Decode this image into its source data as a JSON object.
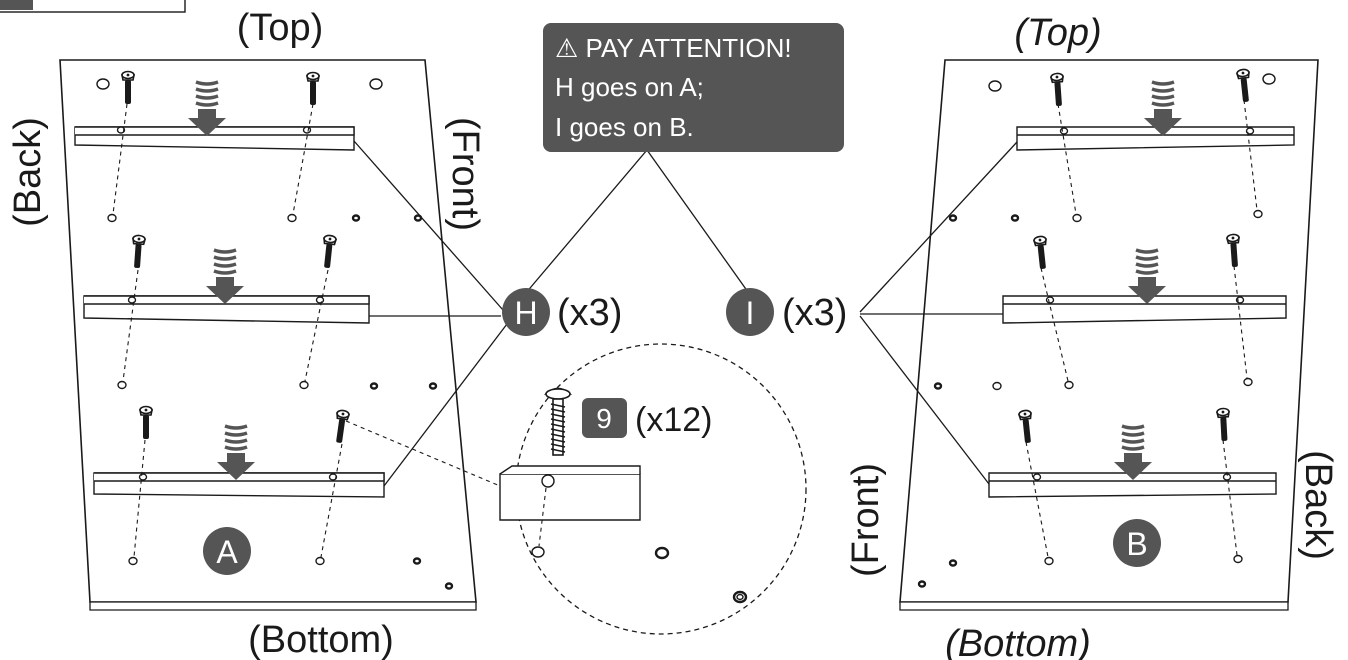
{
  "corner_box": {},
  "panel_a": {
    "label": "A",
    "top": "(Top)",
    "bottom": "(Bottom)",
    "back": "(Back)",
    "front": "(Front)"
  },
  "panel_b": {
    "label": "B",
    "top": "(Top)",
    "bottom": "(Bottom)",
    "back": "(Back)",
    "front": "(Front)"
  },
  "attention": {
    "line1": "⚠ PAY ATTENTION!",
    "line2": "H goes on A;",
    "line3": "I goes on B."
  },
  "parts": {
    "h_letter": "H",
    "h_qty": "(x3)",
    "i_letter": "I",
    "i_qty": "(x3)",
    "screw_number": "9",
    "screw_qty": "(x12)"
  },
  "colors": {
    "badge": "#555555",
    "line": "#1a1a1a",
    "arrow": "#555555"
  }
}
